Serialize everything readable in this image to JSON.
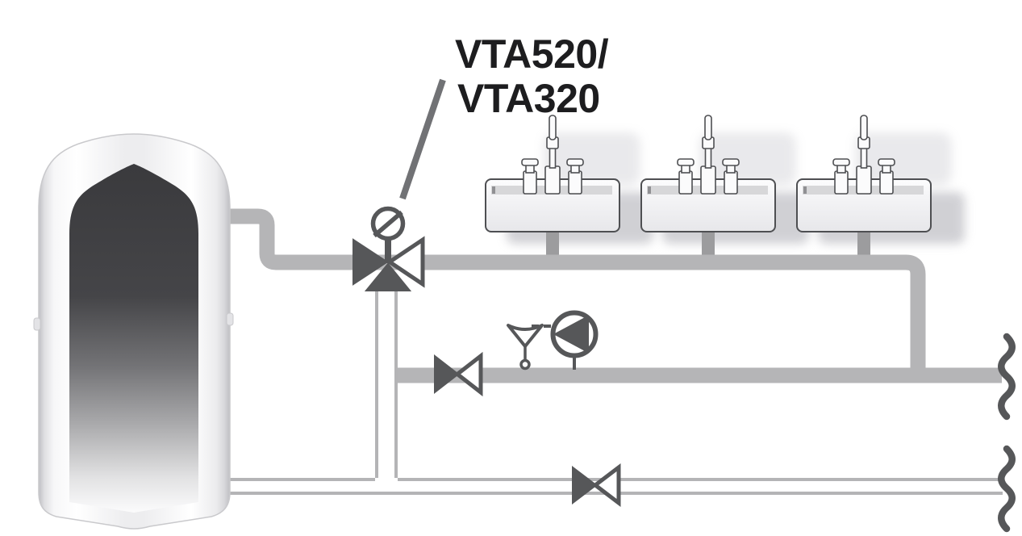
{
  "diagram": {
    "type": "plumbing-schematic",
    "label": {
      "line1": "VTA520/",
      "line2": "VTA320"
    },
    "components": {
      "tank": "hot-water-storage-tank",
      "valve": "thermostatic-mixing-valve",
      "valve_knob": "thermostat-knob",
      "washbasins": 3,
      "pump": "circulation-pump",
      "sensor": "temperature-sensor",
      "check_valves": 2,
      "pipe_breaks": 2
    },
    "colors": {
      "symbol_dark": "#565759",
      "pipe": "#b5b5b7",
      "pipe_thin": "#b4b4b6",
      "drain": "#9c9c9e",
      "label_text": "#1d1d1f",
      "leader": "#717275",
      "tank_interior_top": "#3a3a3d",
      "sink_fill": "#f5f5f7"
    }
  }
}
